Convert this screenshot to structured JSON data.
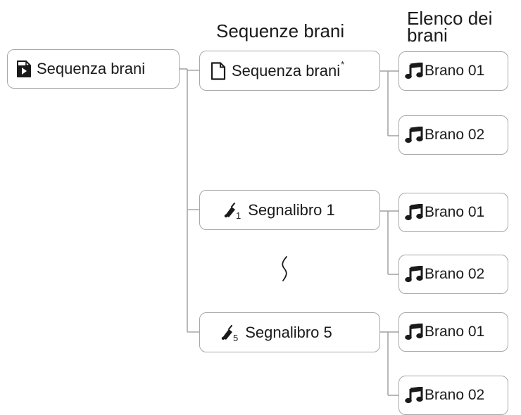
{
  "headers": {
    "sequences": "Sequenze brani",
    "track_list_line1": "Elenco dei",
    "track_list_line2": "brani"
  },
  "root": {
    "label": "Sequenza brani",
    "icon": "playlist-play-icon"
  },
  "sequences": [
    {
      "label": "Sequenza brani",
      "marker": "*",
      "icon": "document-icon"
    },
    {
      "label": "Segnalibro 1",
      "subscript": "1",
      "icon": "bookmark-icon"
    },
    {
      "label": "Segnalibro 5",
      "subscript": "5",
      "icon": "bookmark-icon"
    }
  ],
  "tracks": [
    {
      "label": "Brano 01",
      "icon": "music-note-icon"
    },
    {
      "label": "Brano 02",
      "icon": "music-note-icon"
    },
    {
      "label": "Brano 01",
      "icon": "music-note-icon"
    },
    {
      "label": "Brano 02",
      "icon": "music-note-icon"
    },
    {
      "label": "Brano 01",
      "icon": "music-note-icon"
    },
    {
      "label": "Brano 02",
      "icon": "music-note-icon"
    }
  ],
  "colors": {
    "connector": "#a7a7a7",
    "text": "#1a1a1a",
    "background": "#ffffff"
  }
}
